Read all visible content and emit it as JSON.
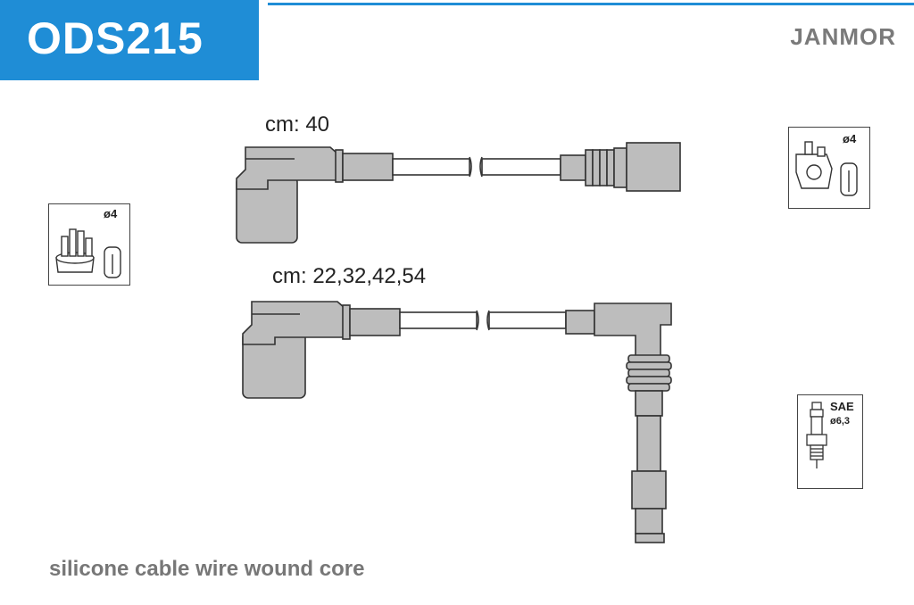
{
  "header": {
    "code": "ODS215",
    "brand": "JANMOR"
  },
  "cables": [
    {
      "length_label": "cm: 40"
    },
    {
      "length_label": "cm: 22,32,42,54"
    }
  ],
  "distributor_left": {
    "diameter": "ø4"
  },
  "distributor_right": {
    "diameter": "ø4"
  },
  "spark_plug": {
    "standard": "SAE",
    "diameter": "ø6,3"
  },
  "footer": {
    "text": "silicone cable wire wound core"
  },
  "colors": {
    "accent": "#1f8dd6",
    "part_gray": "#bdbdbd",
    "outline": "#333333"
  }
}
